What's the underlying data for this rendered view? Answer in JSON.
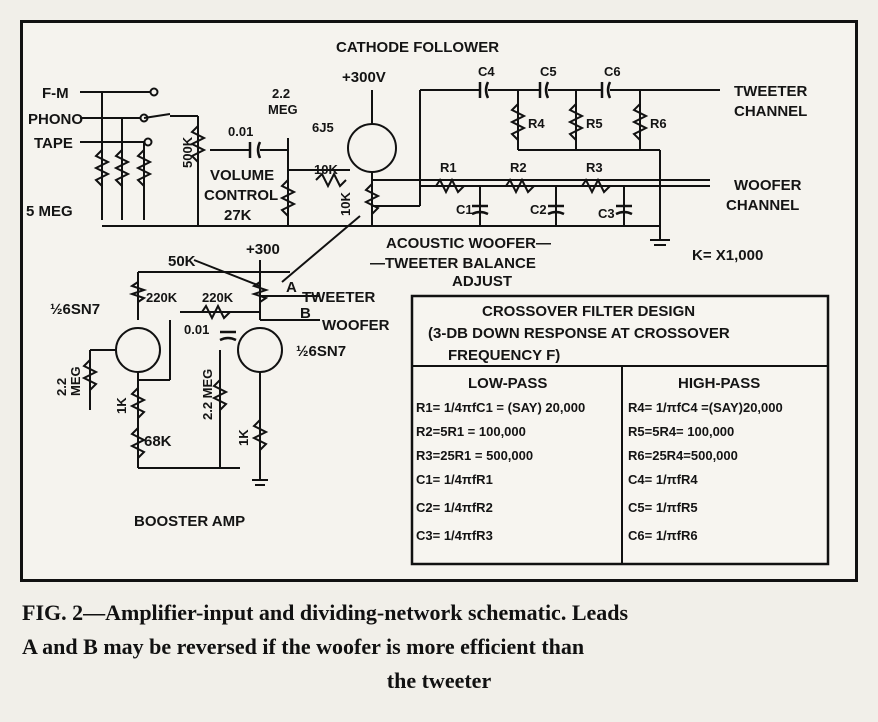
{
  "title": "CATHODE FOLLOWER",
  "supply_top": "+300V",
  "supply_mid": "+300",
  "inputs": {
    "fm": "F-M",
    "phono": "PHONO",
    "tape": "TAPE",
    "five_meg": "5 MEG"
  },
  "parts": {
    "r500k": "500K",
    "c001_top": "0.01",
    "volume": "VOLUME",
    "control": "CONTROL",
    "r27k": "27K",
    "meg22_a": "2.2",
    "meg22_b": "MEG",
    "tube6j5": "6J5",
    "r10k_a": "10K",
    "r10k_b": "10K",
    "c4": "C4",
    "c5": "C5",
    "c6": "C6",
    "r4": "R4",
    "r5": "R5",
    "r6": "R6",
    "r1": "R1",
    "r2": "R2",
    "r3": "R3",
    "c1": "C1",
    "c2": "C2",
    "c3": "C3"
  },
  "channels": {
    "tweeter_1": "TWEETER",
    "tweeter_2": "CHANNEL",
    "woofer_1": "WOOFER",
    "woofer_2": "CHANNEL"
  },
  "k_note": "K= X1,000",
  "balance": {
    "l1": "ACOUSTIC WOOFER—",
    "l2": "—TWEETER BALANCE",
    "l3": "ADJUST"
  },
  "booster": {
    "r50k": "50K",
    "r220k_a": "220K",
    "r220k_b": "220K",
    "sn7_left": "½6SN7",
    "sn7_right": "½6SN7",
    "c001": "0.01",
    "meg22_left_a": "2.2",
    "meg22_left_b": "MEG",
    "meg22_right": "2.2 MEG",
    "r1k_left": "1K",
    "r1k_right": "1K",
    "r68k": "68K",
    "lead_a": "A",
    "lead_b": "B",
    "tweeter": "TWEETER",
    "woofer": "WOOFER",
    "label": "BOOSTER AMP"
  },
  "table": {
    "title1": "CROSSOVER FILTER DESIGN",
    "title2": "(3-DB DOWN RESPONSE AT CROSSOVER",
    "title3": "FREQUENCY F)",
    "low_head": "LOW-PASS",
    "high_head": "HIGH-PASS",
    "low": [
      "R1= 1/4πfC1 = (SAY) 20,000",
      "R2=5R1 = 100,000",
      "R3=25R1 = 500,000",
      "C1= 1/4πfR1",
      "C2= 1/4πfR2",
      "C3= 1/4πfR3"
    ],
    "high": [
      "R4= 1/πfC4 =(SAY)20,000",
      "R5=5R4= 100,000",
      "R6=25R4=500,000",
      "C4= 1/πfR4",
      "C5= 1/πfR5",
      "C6= 1/πfR6"
    ]
  },
  "caption": {
    "line1": "FIG. 2—Amplifier-input and dividing-network schematic. Leads",
    "line2": "A and B may be reversed if the woofer is more efficient than",
    "line3": "the tweeter"
  }
}
